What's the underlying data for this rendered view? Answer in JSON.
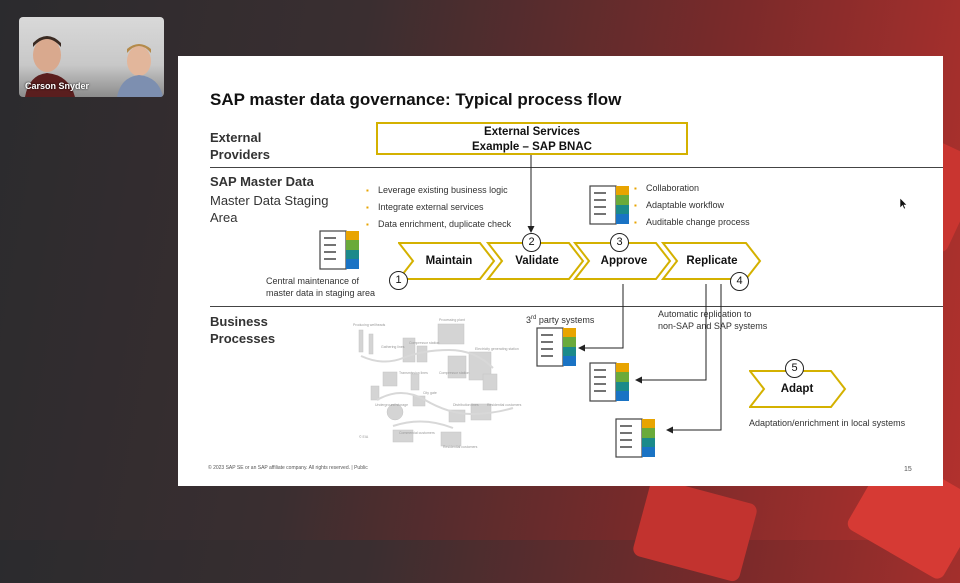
{
  "webcam": {
    "participant_name": "Carson Snyder"
  },
  "slide": {
    "title": "SAP master data governance: Typical process flow",
    "lanes": {
      "external_l1": "External",
      "external_l2": "Providers",
      "sap_md": "SAP Master Data",
      "staging_l1": "Master Data Staging",
      "staging_l2": "Area",
      "business_l1": "Business",
      "business_l2": "Processes"
    },
    "external_services": {
      "line1": "External Services",
      "line2": "Example – SAP BNAC"
    },
    "left_bullets": [
      "Leverage existing business logic",
      "Integrate external services",
      "Data enrichment, duplicate check"
    ],
    "right_bullets": [
      "Collaboration",
      "Adaptable workflow",
      "Auditable change process"
    ],
    "central_note_l1": "Central maintenance of",
    "central_note_l2": "master data in staging area",
    "steps": [
      {
        "num": "1",
        "label": "Maintain"
      },
      {
        "num": "2",
        "label": "Validate"
      },
      {
        "num": "3",
        "label": "Approve"
      },
      {
        "num": "4",
        "label": "Replicate"
      },
      {
        "num": "5",
        "label": "Adapt"
      }
    ],
    "third_party": "3",
    "third_party_sup": "rd",
    "third_party_rest": " party systems",
    "auto_rep_l1": "Automatic replication to",
    "auto_rep_l2": "non-SAP and SAP systems",
    "adapt_note": "Adaptation/enrichment in local systems",
    "footer": "© 2023 SAP SE or an SAP affiliate company. All rights reserved.  |  Public",
    "page_number": "15",
    "colors": {
      "accent": "#d4b100",
      "teal": "#1b8a8a",
      "blue": "#1a73c4",
      "green": "#6aaa3a",
      "orange": "#e8a400"
    }
  }
}
